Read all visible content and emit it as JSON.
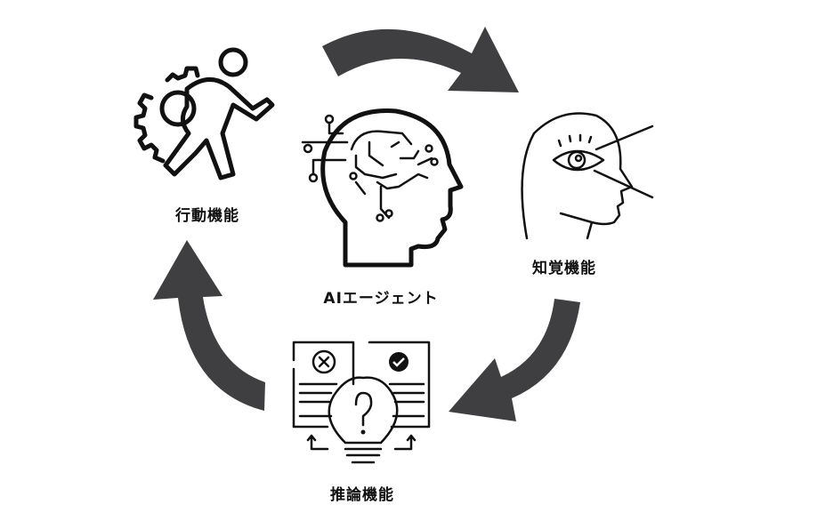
{
  "center": {
    "label": "AIエージェント"
  },
  "nodes": [
    {
      "label": "知覚機能",
      "icon": "head-eye-icon"
    },
    {
      "label": "推論機能",
      "icon": "lightbulb-question-icon"
    },
    {
      "label": "行動機能",
      "icon": "running-gear-icon"
    }
  ],
  "colors": {
    "arrow": "#3f3f42",
    "icon": "#111111"
  }
}
